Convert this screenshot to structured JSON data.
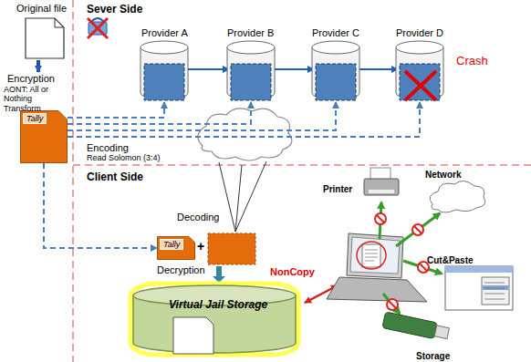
{
  "diagram": {
    "nodes": [
      {
        "text": [
          "Original file"
        ]
      },
      {
        "text": [
          "Tally"
        ]
      },
      {
        "text": [
          "Provider A"
        ]
      },
      {
        "text": [
          "Provider B"
        ]
      },
      {
        "text": [
          "Provider C"
        ]
      },
      {
        "text": [
          "Provider D"
        ]
      },
      {
        "text": [
          "Tally"
        ]
      },
      {
        "text": [
          "Virtual Jail Storage"
        ]
      },
      {
        "text": [
          "Printer"
        ]
      },
      {
        "text": [
          "Network"
        ]
      },
      {
        "text": [
          "Cut&Paste"
        ]
      },
      {
        "text": [
          "Storage"
        ]
      }
    ],
    "edges": [
      {
        "from": 1,
        "to": 2,
        "arrow": "to"
      },
      {
        "from": 1,
        "to": 3,
        "arrow": "to"
      },
      {
        "from": 1,
        "to": 4,
        "arrow": "to"
      },
      {
        "from": 1,
        "to": 5,
        "arrow": "to"
      },
      {
        "from": 1,
        "to": 6,
        "arrow": "to"
      }
    ],
    "labels": [
      "Encryption",
      "AONT: All or Nothing Transform",
      "Sever Side",
      "Crash",
      "Encoding",
      "Read Solomon (3:4)",
      "Client Side",
      "Decoding",
      "+",
      "Decryption",
      "NonCopy"
    ]
  }
}
